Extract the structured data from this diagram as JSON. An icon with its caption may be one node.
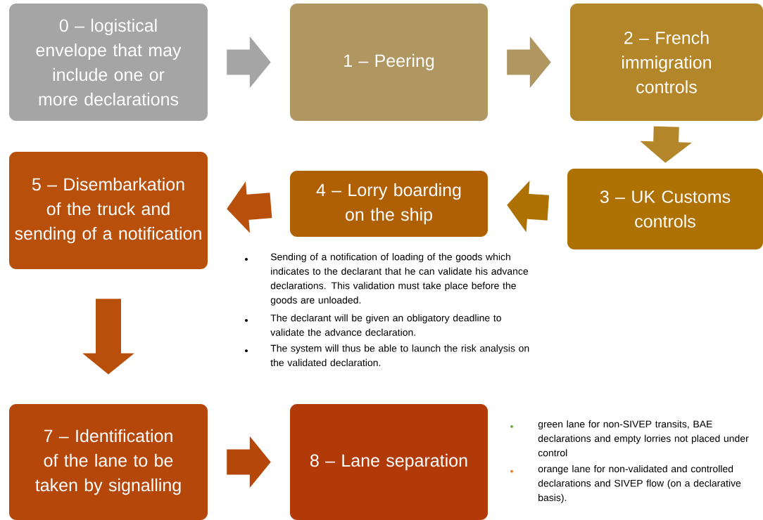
{
  "diagram": {
    "nodes": [
      {
        "text": [
          "0 – logistical envelope that may include one or more declarations"
        ]
      },
      {
        "text": [
          "1 – Peering"
        ]
      },
      {
        "text": [
          "2 – French immigration controls"
        ]
      },
      {
        "text": [
          "3 – UK Customs controls"
        ]
      },
      {
        "text": [
          "4 – Lorry  boarding on the ship"
        ],
        "beside": [
          "Sending of a notification of loading of the goods which indicates to the declarant that he can validate his advance declarations. This validation must take place before the goods are unloaded.",
          "The declarant will be given an obligatory deadline to validate the advance declaration.",
          "The system will thus be able to launch the risk analysis on the validated declaration."
        ]
      },
      {
        "text": [
          "5 – Disembarkation of the truck and sending of a notification"
        ]
      },
      {
        "text": [
          "7 – Identification of the lane to be taken by signalling"
        ]
      },
      {
        "text": [
          "8 – Lane separation"
        ],
        "beside": [
          "green lane for non-SIVEP transits, BAE declarations and empty lorries not placed under control",
          "orange lane for non-validated and controlled declarations and SIVEP flow (on a declarative basis)."
        ]
      }
    ],
    "edges": [
      {
        "from": 0,
        "to": 1,
        "arrow": "to",
        "color": "#a5a5a5"
      },
      {
        "from": 1,
        "to": 2,
        "arrow": "to",
        "color": "#b09660"
      },
      {
        "from": 2,
        "to": 3,
        "arrow": "to",
        "color": "#b3862a"
      },
      {
        "from": 3,
        "to": 4,
        "arrow": "to",
        "color": "#ad7203"
      },
      {
        "from": 4,
        "to": 5,
        "arrow": "to",
        "color": "#b8500c"
      },
      {
        "from": 5,
        "to": 6,
        "arrow": "to",
        "color": "#b8500c"
      },
      {
        "from": 6,
        "to": 7,
        "arrow": "to",
        "color": "#b5470a"
      }
    ]
  }
}
